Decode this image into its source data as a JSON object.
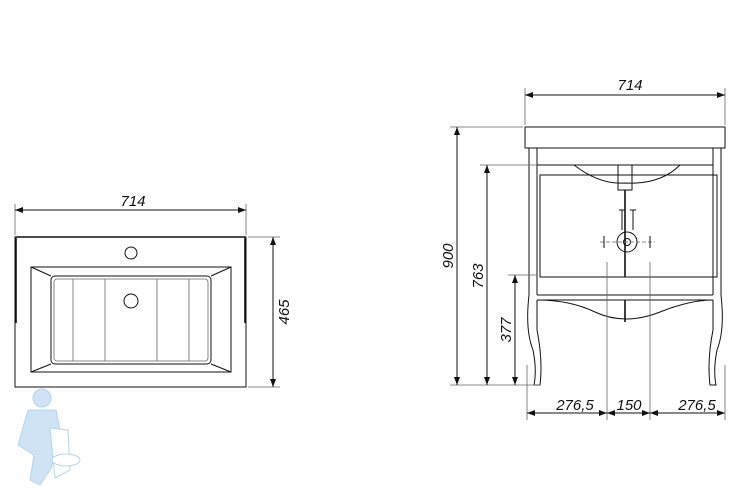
{
  "top_view": {
    "width_label": "714",
    "depth_label": "465"
  },
  "front_view": {
    "width_label": "714",
    "height_total_label": "900",
    "height_drawer_label": "763",
    "height_shelf_label": "377",
    "offset_left_label": "276,5",
    "offset_center_label": "150",
    "offset_right_label": "276,5"
  },
  "colors": {
    "line": "#111111",
    "mascot": "#bcd9f0"
  }
}
